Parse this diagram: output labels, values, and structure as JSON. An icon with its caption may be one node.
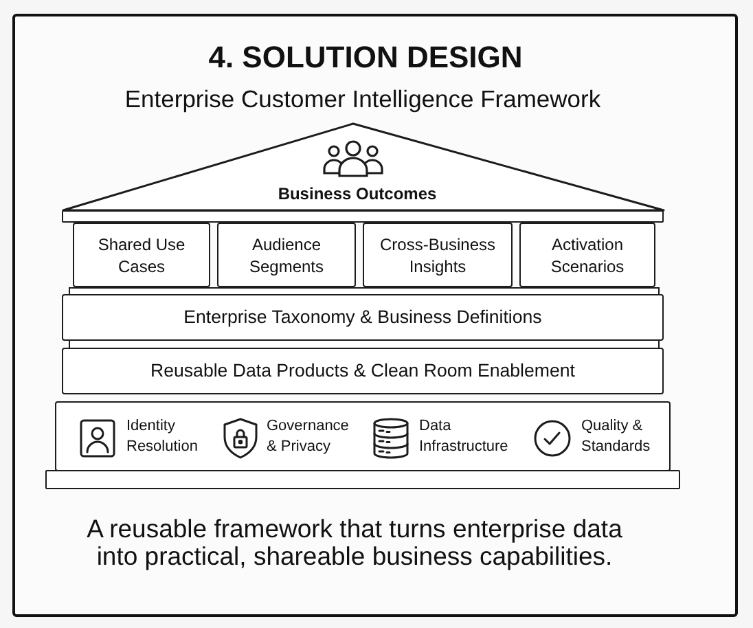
{
  "diagram": {
    "title": "4. SOLUTION DESIGN",
    "caption": "A reusable framework that turns enterprise data into practical, shareable business capabilities.",
    "nodes": [
      {
        "text": [
          "Business Outcomes"
        ]
      },
      {
        "text": [
          "Shared Use Cases"
        ]
      },
      {
        "text": [
          "Audience Segments"
        ]
      },
      {
        "text": [
          "Cross-Business Insights"
        ]
      },
      {
        "text": [
          "Activation Scenarios"
        ]
      },
      {
        "text": [
          "Enterprise Taxonomy & Business Definitions"
        ]
      },
      {
        "text": [
          "Reusable Data Products & Clean Room Enablement"
        ]
      },
      {
        "text": [
          "Identity Resolution",
          "Governance & Privacy",
          "Data Infrastructure",
          "Quality & Standards"
        ]
      },
      {
        "text": [],
        "shape": "bar"
      }
    ],
    "labels": [
      "Enterprise Customer Intelligence Framework"
    ]
  }
}
